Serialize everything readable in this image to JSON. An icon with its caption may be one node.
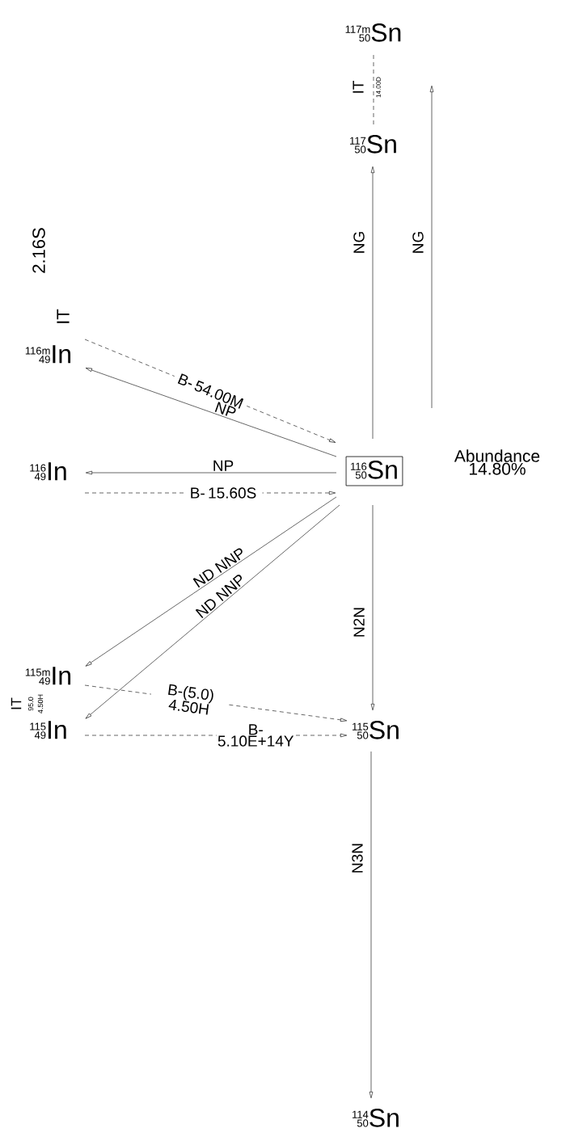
{
  "diagram": {
    "nodes": [
      {
        "text": [
          "117m",
          "50",
          "Sn"
        ]
      },
      {
        "text": [
          "117",
          "50",
          "Sn"
        ]
      },
      {
        "text": [
          "116m",
          "49",
          "In"
        ],
        "beside": [
          "IT",
          "2.16S"
        ]
      },
      {
        "text": [
          "116",
          "49",
          "In"
        ]
      },
      {
        "text": [
          "116",
          "50",
          "Sn"
        ],
        "beside": [
          "Abundance 14.80%"
        ]
      },
      {
        "text": [
          "115m",
          "49",
          "In"
        ],
        "beside": [
          "IT",
          "95.0",
          "4.50H"
        ]
      },
      {
        "text": [
          "115",
          "49",
          "In"
        ]
      },
      {
        "text": [
          "115",
          "50",
          "Sn"
        ]
      },
      {
        "text": [
          "114",
          "50",
          "Sn"
        ]
      }
    ],
    "edges": [
      {
        "from": 0,
        "to": 1,
        "arrow": "none",
        "style": "dashed",
        "label": "IT"
      },
      {
        "from": 4,
        "to": 1,
        "arrow": "to",
        "label": "NG"
      },
      {
        "from": 4,
        "to": 0,
        "arrow": "to",
        "label": "NG"
      },
      {
        "from": 2,
        "to": 4,
        "arrow": "to",
        "style": "dashed",
        "label": "B- 54.00M"
      },
      {
        "from": 4,
        "to": 2,
        "arrow": "to",
        "label": "NP"
      },
      {
        "from": 4,
        "to": 3,
        "arrow": "to",
        "label": "NP"
      },
      {
        "from": 3,
        "to": 4,
        "arrow": "to",
        "style": "dashed",
        "label": "B- 15.60S"
      },
      {
        "from": 4,
        "to": 5,
        "arrow": "to",
        "label": "ND NNP"
      },
      {
        "from": 4,
        "to": 6,
        "arrow": "to",
        "label": "ND NNP"
      },
      {
        "from": 5,
        "to": 7,
        "arrow": "to",
        "style": "dashed",
        "label": "B-(5.0) 4.50H"
      },
      {
        "from": 6,
        "to": 7,
        "arrow": "to",
        "style": "dashed",
        "label": "B- 5.10E+14Y"
      },
      {
        "from": 4,
        "to": 7,
        "arrow": "to",
        "label": "N2N"
      },
      {
        "from": 7,
        "to": 8,
        "arrow": "to",
        "label": "N3N"
      }
    ],
    "labels": [
      "14.00D"
    ]
  }
}
